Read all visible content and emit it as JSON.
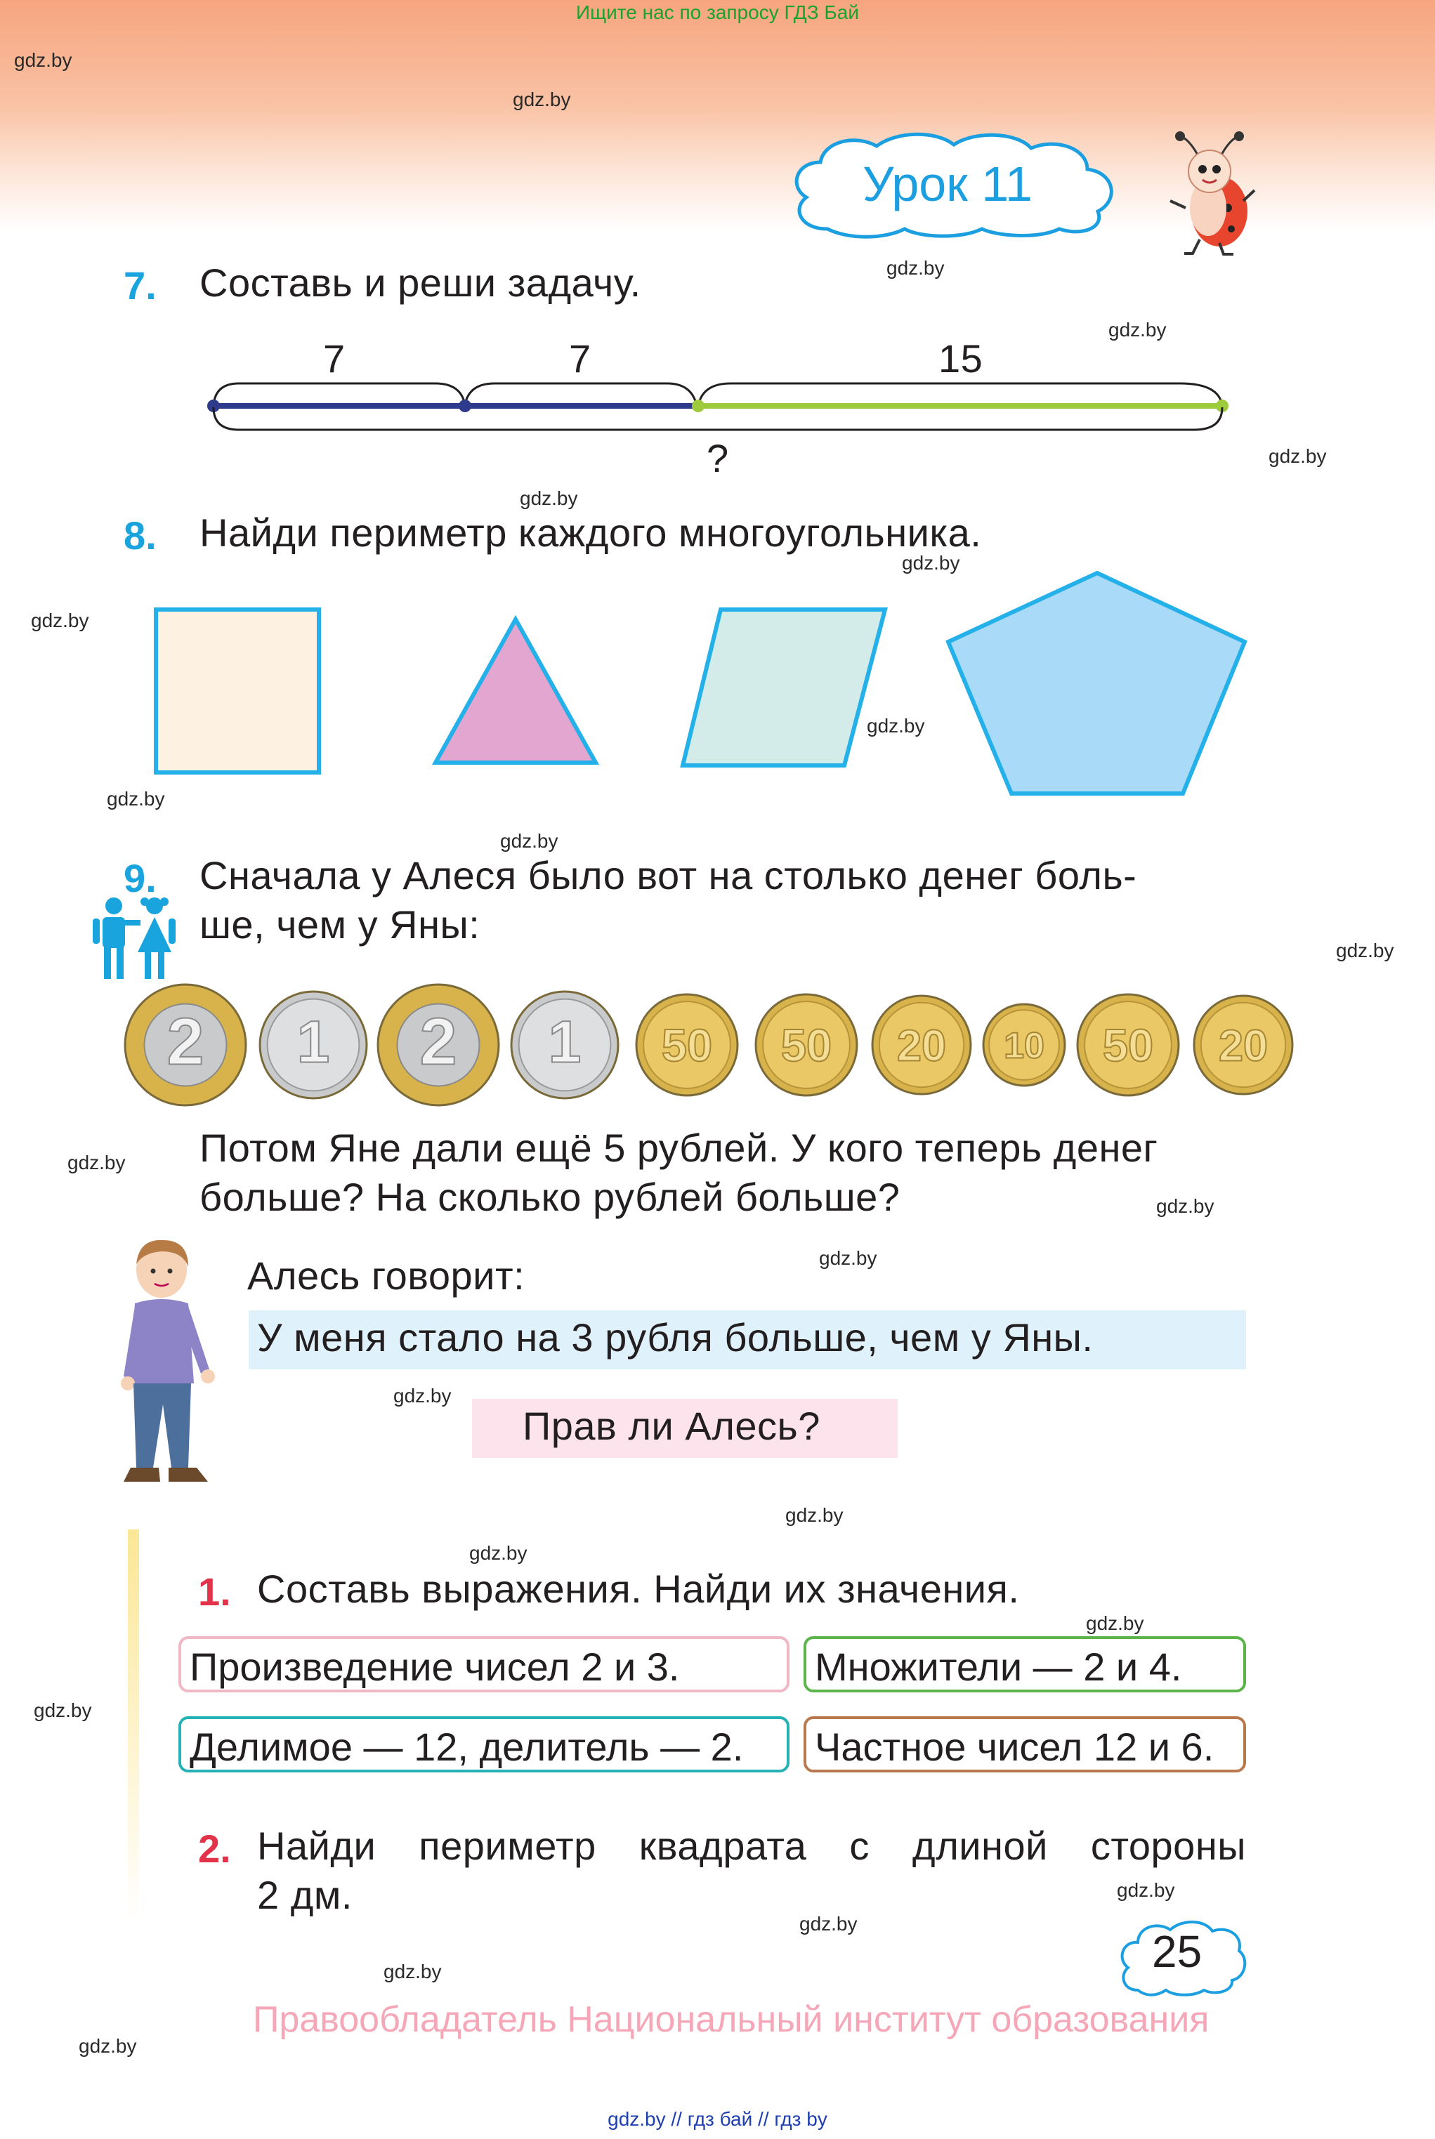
{
  "top_banner": "Ищите нас по запросу ГДЗ Бай",
  "watermark": "gdz.by",
  "lesson": {
    "title": "Урок 11"
  },
  "task7": {
    "number": "7.",
    "text": "Составь и реши задачу.",
    "segments": [
      "7",
      "7",
      "15"
    ],
    "question": "?"
  },
  "task8": {
    "number": "8.",
    "text": "Найди периметр каждого многоугольника.",
    "shapes": [
      "square-icon",
      "triangle-icon",
      "parallelogram-icon",
      "pentagon-icon"
    ],
    "colors": [
      "#fdf2e2",
      "#e3a6d0",
      "#d3ecea",
      "#a9daf7"
    ]
  },
  "task9": {
    "number": "9.",
    "line1": "Сначала у Алеся было вот на столько денег боль-",
    "line2": "ше, чем у Яны:",
    "coins": [
      "2",
      "1",
      "2",
      "1",
      "50",
      "50",
      "20",
      "10",
      "50",
      "20"
    ],
    "text2_line1": "Потом Яне дали ещё 5 рублей. У кого теперь денег",
    "text2_line2": "больше? На сколько рублей больше?",
    "says": "Алесь говорит:",
    "speech": "У меня стало на 3 рубля больше, чем у Яны.",
    "question": "Прав ли Алесь?"
  },
  "extra": {
    "task1_number": "1.",
    "task1_text": "Составь выражения. Найди их значения.",
    "expressions": [
      "Произведение чисел 2 и 3.",
      "Множители — 2 и 4.",
      "Делимое — 12, делитель — 2.",
      "Частное чисел 12 и 6."
    ],
    "task2_number": "2.",
    "task2_line1": "Найди периметр квадрата с длиной стороны",
    "task2_line2": "2 дм."
  },
  "page_number": "25",
  "copyright": "Правообладатель Национальный институт образования",
  "footer": "gdz.by // гдз бай // гдз by"
}
